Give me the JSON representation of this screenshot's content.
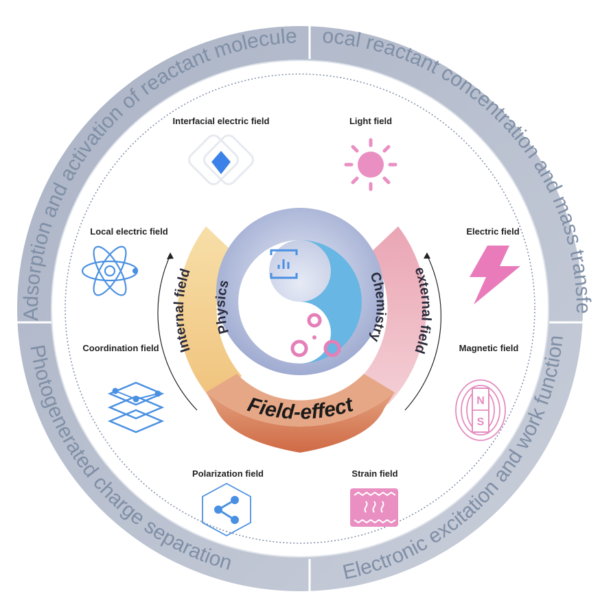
{
  "ring": {
    "top_left": "Adsorption and activation of reactant molecules",
    "top_right": "Local reactant concentration and mass transfer",
    "bottom_left": "Photogenerated charge separation",
    "bottom_right": "Electronic excitation and work function"
  },
  "fields": {
    "interfacial": "Interfacial electric field",
    "light": "Light field",
    "local": "Local electric field",
    "electric": "Electric field",
    "coordination": "Coordination field",
    "magnetic": "Magnetic field",
    "polarization": "Polarization field",
    "strain": "Strain field"
  },
  "center": {
    "internal": "Internal field",
    "external": "external field",
    "physics": "Physics",
    "chemistry": "Chemistry",
    "field_effect": "Field-effect"
  },
  "magnet_letters": {
    "north": "N",
    "south": "S"
  },
  "colors": {
    "ring": "#8a98b0",
    "internal": "#f3cf8e",
    "external": "#e9a3b0",
    "field_effect": "#d98460",
    "blue_icon": "#4a90e2",
    "pink_icon": "#e47fb8"
  }
}
